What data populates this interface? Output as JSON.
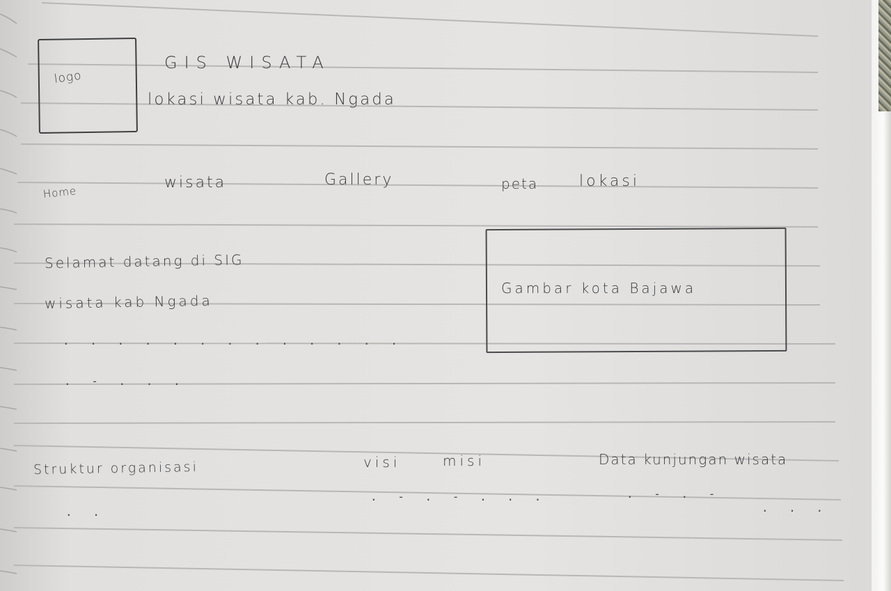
{
  "header": {
    "logo_label": "logo",
    "site_title": "GIS WISATA",
    "site_subtitle": "lokasi wisata kab. Ngada"
  },
  "nav": {
    "items": [
      "Home",
      "wisata",
      "Gallery",
      "peta",
      "lokasi"
    ]
  },
  "welcome": {
    "line1": "Selamat datang di SIG",
    "line2": "wisata kab Ngada",
    "placeholder_line1": ". . . . . . . . . . . . .",
    "placeholder_line2": ". - . . ."
  },
  "hero_image": {
    "label": "Gambar kota Bajawa"
  },
  "footer_sections": {
    "items": [
      "Struktur organisasi",
      "visi",
      "misi",
      "Data kunjungan wisata"
    ],
    "placeholder_1": ". .",
    "placeholder_2": ". - . - . . .",
    "placeholder_3": ". - . -",
    "placeholder_4": ". . ."
  },
  "colors": {
    "paper": "#e4e2e0",
    "rule_line": "#b8b6b4",
    "ink": "#3b3b3d"
  }
}
